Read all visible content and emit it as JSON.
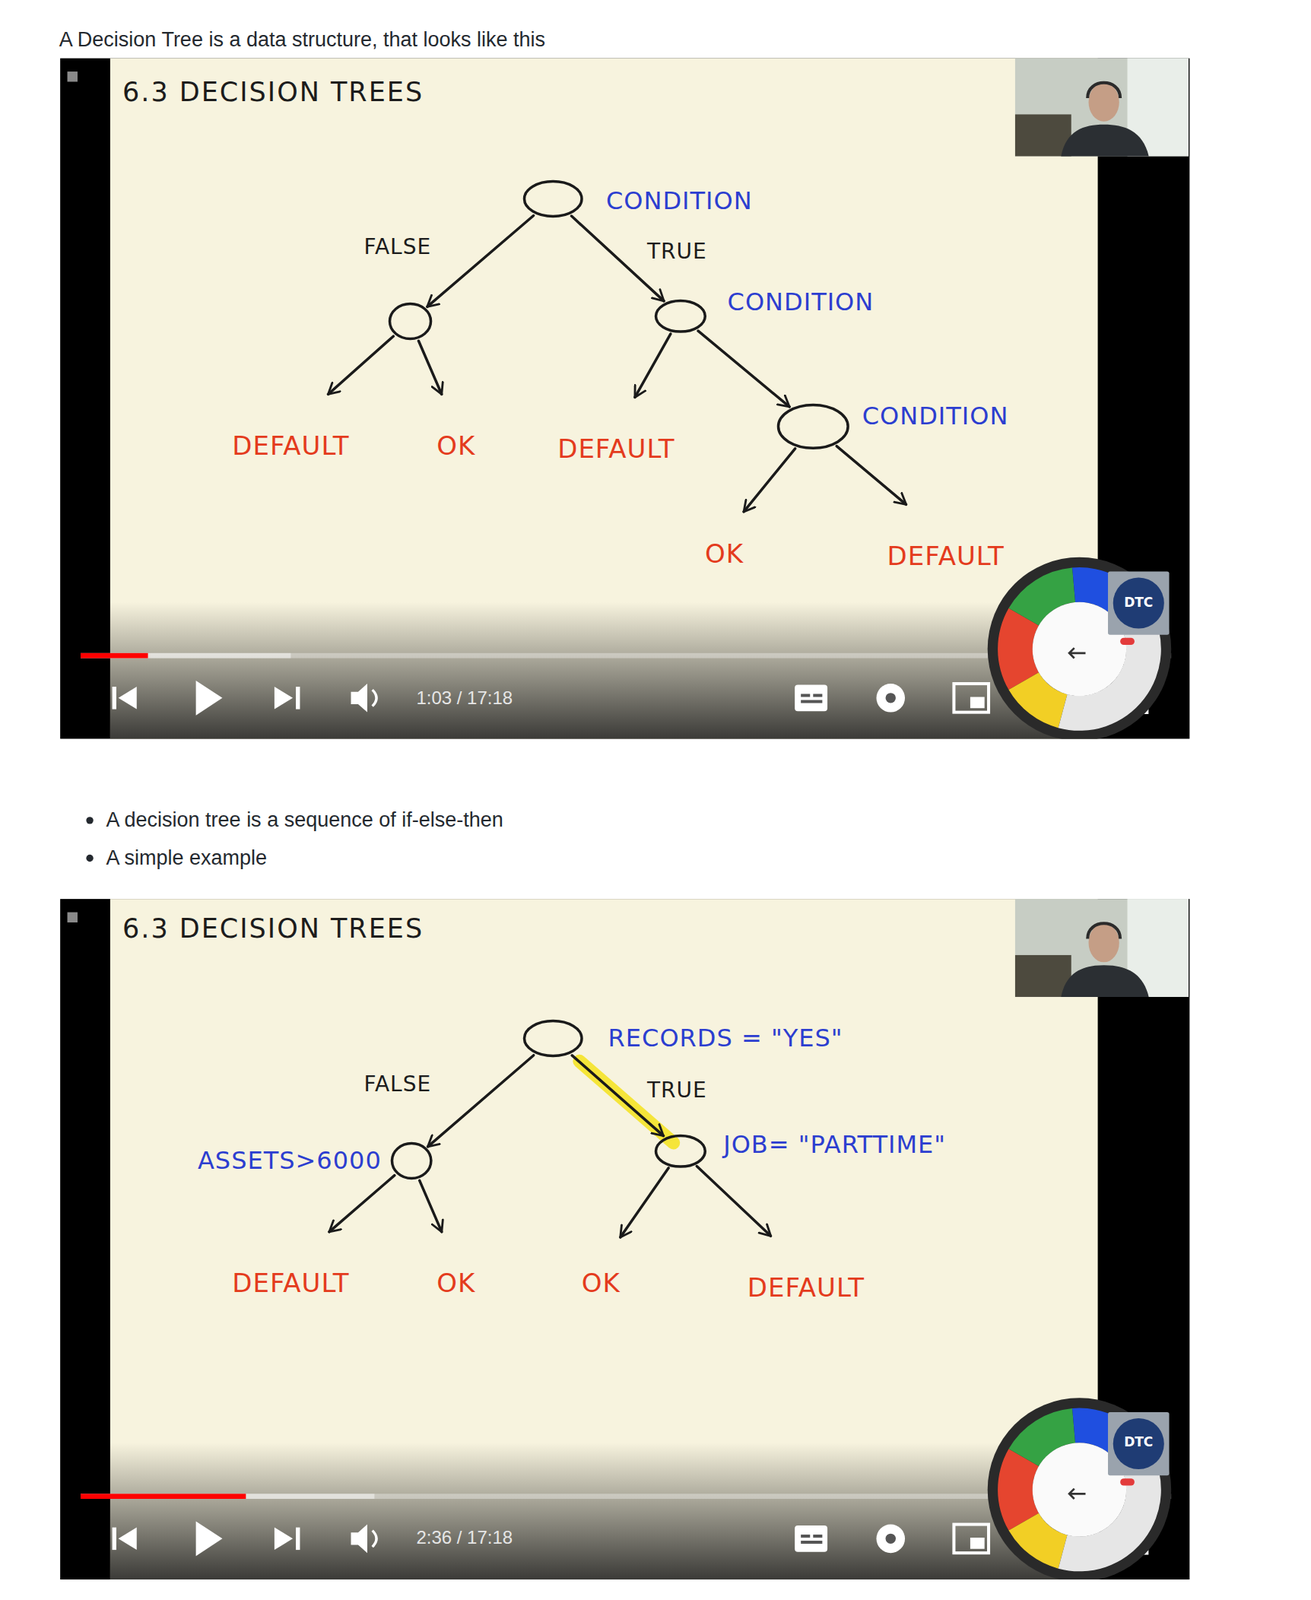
{
  "diagram": {
    "nodes": [
      {
        "text": [
          "CONDITION"
        ]
      },
      {
        "text": []
      },
      {
        "text": [
          "CONDITION"
        ]
      },
      {
        "text": [
          "DEFAULT"
        ]
      },
      {
        "text": [
          "OK"
        ]
      },
      {
        "text": [
          "DEFAULT"
        ]
      },
      {
        "text": [
          "CONDITION"
        ]
      },
      {
        "text": [
          "OK"
        ]
      },
      {
        "text": [
          "DEFAULT"
        ]
      },
      {
        "text": [
          "RECORDS = \"YES\""
        ]
      },
      {
        "text": [
          "ASSETS>6000"
        ]
      },
      {
        "text": [
          "JOB= \"PARTTIME\""
        ]
      },
      {
        "text": [
          "DEFAULT"
        ]
      },
      {
        "text": [
          "OK"
        ]
      },
      {
        "text": [
          "OK"
        ]
      },
      {
        "text": [
          "DEFAULT"
        ]
      }
    ],
    "edges": [
      {
        "from": 0,
        "to": 1,
        "arrow": "to",
        "label": "FALSE"
      },
      {
        "from": 0,
        "to": 2,
        "arrow": "to",
        "label": "TRUE"
      },
      {
        "from": 1,
        "to": 3,
        "arrow": "to"
      },
      {
        "from": 1,
        "to": 4,
        "arrow": "to"
      },
      {
        "from": 2,
        "to": 5,
        "arrow": "to"
      },
      {
        "from": 2,
        "to": 6,
        "arrow": "to"
      },
      {
        "from": 6,
        "to": 7,
        "arrow": "to"
      },
      {
        "from": 6,
        "to": 8,
        "arrow": "to"
      },
      {
        "from": 9,
        "to": 10,
        "arrow": "to",
        "label": "FALSE"
      },
      {
        "from": 9,
        "to": 11,
        "arrow": "to",
        "label": "TRUE"
      },
      {
        "from": 10,
        "to": 12,
        "arrow": "to"
      },
      {
        "from": 10,
        "to": 13,
        "arrow": "to"
      },
      {
        "from": 11,
        "to": 14,
        "arrow": "to"
      },
      {
        "from": 11,
        "to": 15,
        "arrow": "to"
      }
    ],
    "labels": [
      "A Decision Tree is a data structure, that looks like this",
      "6.3 DECISION TREES",
      "1:03 / 17:18",
      "DTC",
      "A decision tree is a sequence of if-else-then",
      "A simple example",
      "6.3 DECISION TREES",
      "2:36 / 17:18",
      "DTC"
    ]
  }
}
